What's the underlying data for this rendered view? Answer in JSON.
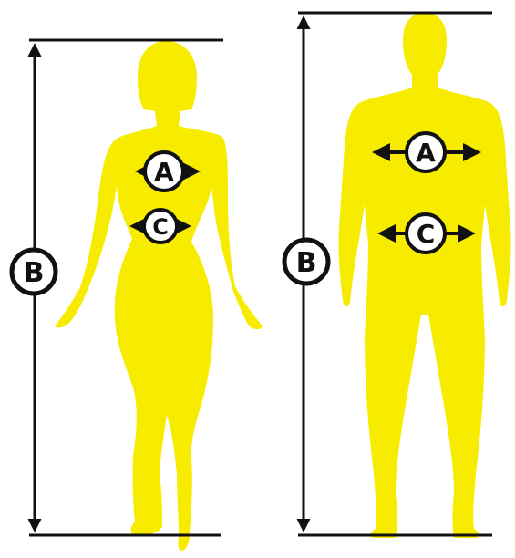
{
  "colors": {
    "silhouette": "#f7ec00",
    "ink": "#111111",
    "badge_fill": "#ffffff"
  },
  "labels": {
    "chest": "A",
    "height": "B",
    "waist": "C"
  },
  "figures": {
    "woman": {
      "measures": [
        "A",
        "B",
        "C"
      ]
    },
    "man": {
      "measures": [
        "A",
        "B",
        "C"
      ]
    }
  }
}
